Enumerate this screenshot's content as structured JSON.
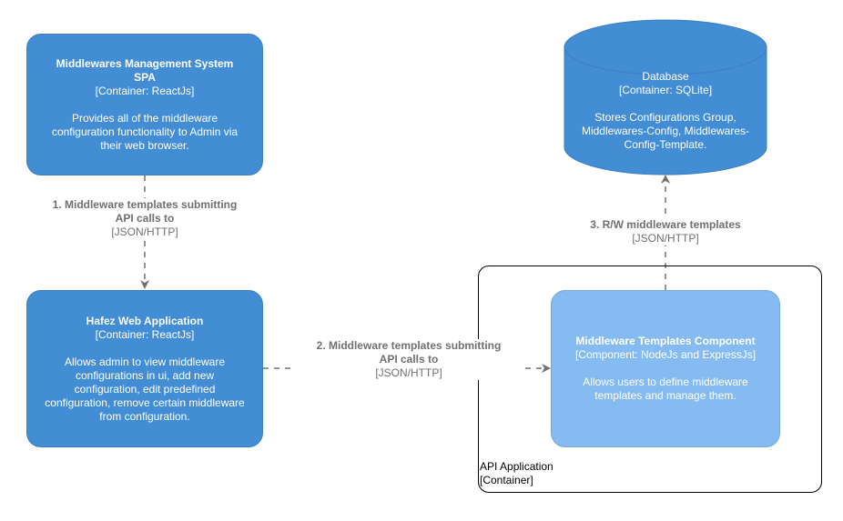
{
  "nodes": {
    "spa": {
      "title_line1": "Middlewares Management System",
      "title_line2": "SPA",
      "type": "[Container: ReactJs]",
      "description_lines": [
        "Provides all of the middleware",
        "configuration functionality to Admin via",
        "their web browser."
      ]
    },
    "web_app": {
      "title": "Hafez Web Application",
      "type": "[Container: ReactJs]",
      "description_lines": [
        "Allows admin to view middleware",
        "configurations in ui, add new",
        "configuration, edit predefined",
        "configuration, remove certain middleware",
        "from configuration."
      ]
    },
    "database": {
      "title": "Database",
      "type": "[Container: SQLite]",
      "description_lines": [
        "Stores Configurations Group,",
        "Middlewares-Config, Middlewares-",
        "Config-Template."
      ]
    },
    "component": {
      "title": "Middleware Templates Component",
      "type": "[Component: NodeJs and ExpressJs]",
      "description_lines": [
        "Allows users to define middleware",
        "templates and manage them."
      ]
    }
  },
  "boundary": {
    "name": "API Application",
    "type": "[Container]"
  },
  "relationships": [
    {
      "label_lines": [
        "1. Middleware templates submitting",
        "API calls to"
      ],
      "technology": "[JSON/HTTP]"
    },
    {
      "label_lines": [
        "2. Middleware templates submitting",
        "API calls to"
      ],
      "technology": "[JSON/HTTP]"
    },
    {
      "label_lines": [
        "3. R/W middleware templates"
      ],
      "technology": "[JSON/HTTP]"
    }
  ],
  "colors": {
    "container": "#438dd5",
    "component": "#85bbf0",
    "relationship": "#707070"
  }
}
